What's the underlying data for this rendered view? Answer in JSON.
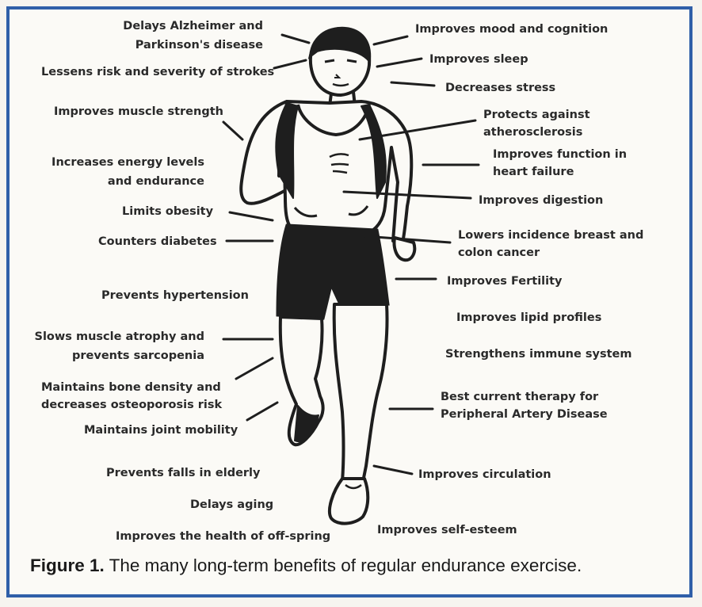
{
  "figure": {
    "caption_label": "Figure 1.",
    "caption_text": "The many long-term benefits of regular endurance exercise."
  },
  "benefits_left": [
    "Delays Alzheimer and",
    "Parkinson's disease",
    "Lessens risk  and severity of strokes",
    "Improves muscle strength",
    "Increases energy levels",
    "and endurance",
    "Limits obesity",
    "Counters diabetes",
    "Prevents hypertension",
    "Slows muscle atrophy and",
    "prevents sarcopenia",
    "Maintains bone density and",
    "decreases osteoporosis risk",
    "Maintains joint mobility",
    "Prevents falls in elderly",
    "Delays aging",
    "Improves the health of off-spring"
  ],
  "benefits_right": [
    "Improves mood and cognition",
    "Improves sleep",
    "Decreases stress",
    "Protects against",
    "atherosclerosis",
    "Improves function in",
    "heart failure",
    "Improves digestion",
    "Lowers incidence breast and",
    "colon cancer",
    "Improves Fertility",
    "Improves lipid profiles",
    "Strengthens immune system",
    "Best current therapy for",
    "Peripheral Artery Disease",
    "Improves circulation",
    "Improves self-esteem"
  ],
  "colors": {
    "border": "#2f5fa8",
    "ink": "#1e1e1e"
  }
}
